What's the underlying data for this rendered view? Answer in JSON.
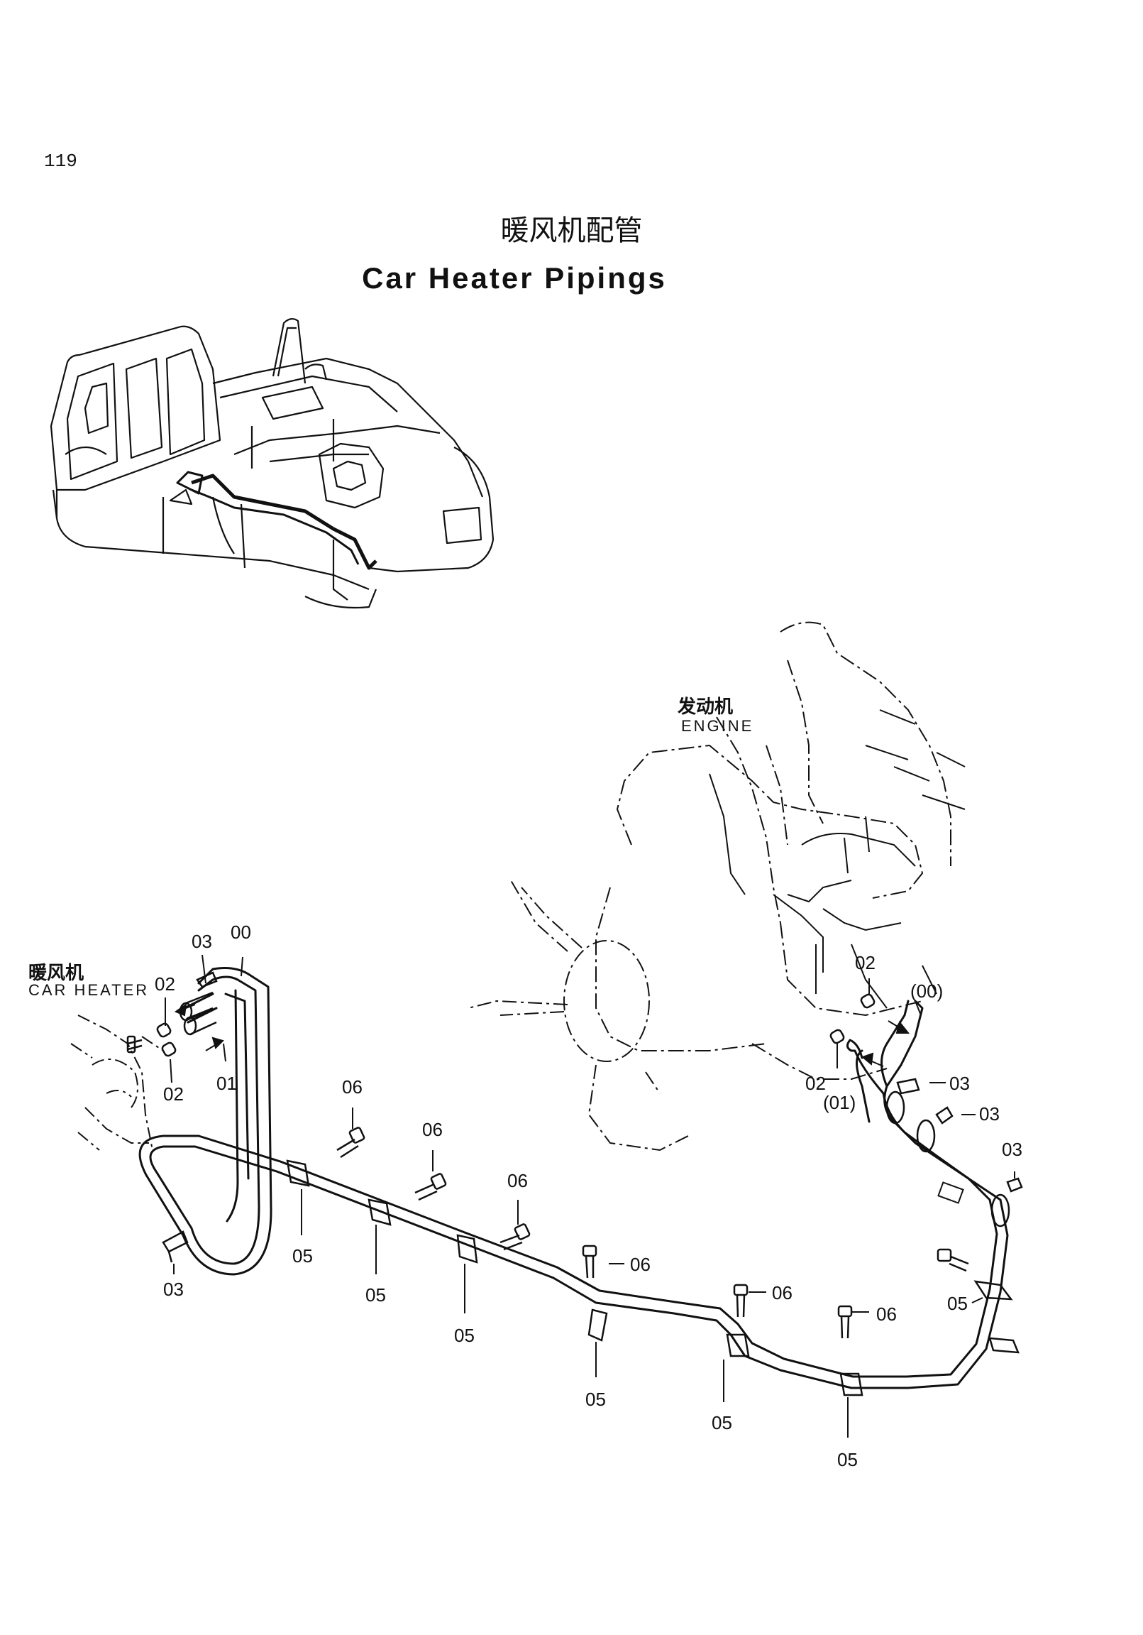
{
  "page_number": "119",
  "title_cn": "暖风机配管",
  "title_en": "Car Heater Pipings",
  "engine_label_cn": "发动机",
  "engine_label_en": "ENGINE",
  "heater_label_cn": "暖风机",
  "heater_label_en": "CAR HEATER",
  "callouts": {
    "c00": "00",
    "c03a": "03",
    "c02a": "02",
    "c02b": "02",
    "c01": "01",
    "c03b": "03",
    "c05a": "05",
    "c05b": "05",
    "c05c": "05",
    "c05d": "05",
    "c05e": "05",
    "c05f": "05",
    "c05g": "05",
    "c06a": "06",
    "c06b": "06",
    "c06c": "06",
    "c06d": "06",
    "c06e": "06",
    "c06f": "06",
    "c02c": "02",
    "c02d": "02",
    "c00p": "(00)",
    "c01p": "(01)",
    "c03c": "03",
    "c03d": "03",
    "c03e": "03"
  }
}
